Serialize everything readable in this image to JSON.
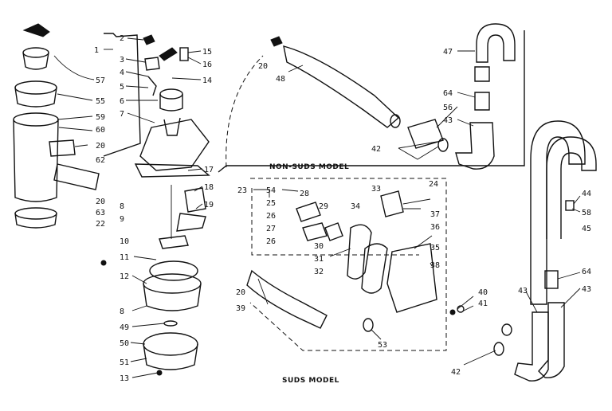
{
  "captions": {
    "non_suds_model": "NON-SUDS MODEL",
    "suds_model": "SUDS MODEL"
  },
  "callouts": [
    {
      "id": "c1",
      "text": "1"
    },
    {
      "id": "c2",
      "text": "2"
    },
    {
      "id": "c3",
      "text": "3"
    },
    {
      "id": "c4",
      "text": "4"
    },
    {
      "id": "c5",
      "text": "5"
    },
    {
      "id": "c6",
      "text": "6"
    },
    {
      "id": "c7",
      "text": "7"
    },
    {
      "id": "c8a",
      "text": "8"
    },
    {
      "id": "c9",
      "text": "9"
    },
    {
      "id": "c10",
      "text": "10"
    },
    {
      "id": "c11",
      "text": "11"
    },
    {
      "id": "c12",
      "text": "12"
    },
    {
      "id": "c8b",
      "text": "8"
    },
    {
      "id": "c49",
      "text": "49"
    },
    {
      "id": "c50",
      "text": "50"
    },
    {
      "id": "c51",
      "text": "51"
    },
    {
      "id": "c13",
      "text": "13"
    },
    {
      "id": "c14",
      "text": "14"
    },
    {
      "id": "c15",
      "text": "15"
    },
    {
      "id": "c16",
      "text": "16"
    },
    {
      "id": "c17",
      "text": "17"
    },
    {
      "id": "c18",
      "text": "18"
    },
    {
      "id": "c19",
      "text": "19"
    },
    {
      "id": "c57",
      "text": "57"
    },
    {
      "id": "c55",
      "text": "55"
    },
    {
      "id": "c59",
      "text": "59"
    },
    {
      "id": "c60",
      "text": "60"
    },
    {
      "id": "c20a",
      "text": "20"
    },
    {
      "id": "c62",
      "text": "62"
    },
    {
      "id": "c20b",
      "text": "20"
    },
    {
      "id": "c63",
      "text": "63"
    },
    {
      "id": "c22",
      "text": "22"
    },
    {
      "id": "c20c",
      "text": "20"
    },
    {
      "id": "c48",
      "text": "48"
    },
    {
      "id": "c47",
      "text": "47"
    },
    {
      "id": "c64a",
      "text": "64"
    },
    {
      "id": "c56",
      "text": "56"
    },
    {
      "id": "c43a",
      "text": "43"
    },
    {
      "id": "c42a",
      "text": "42"
    },
    {
      "id": "c23",
      "text": "23"
    },
    {
      "id": "c54",
      "text": "54"
    },
    {
      "id": "c28",
      "text": "28"
    },
    {
      "id": "c25",
      "text": "25"
    },
    {
      "id": "c26a",
      "text": "26"
    },
    {
      "id": "c27",
      "text": "27"
    },
    {
      "id": "c26b",
      "text": "26"
    },
    {
      "id": "c29",
      "text": "29"
    },
    {
      "id": "c34",
      "text": "34"
    },
    {
      "id": "c30",
      "text": "30"
    },
    {
      "id": "c31",
      "text": "31"
    },
    {
      "id": "c32",
      "text": "32"
    },
    {
      "id": "c33",
      "text": "33"
    },
    {
      "id": "c24",
      "text": "24"
    },
    {
      "id": "c37",
      "text": "37"
    },
    {
      "id": "c36",
      "text": "36"
    },
    {
      "id": "c35",
      "text": "35"
    },
    {
      "id": "c38",
      "text": "38"
    },
    {
      "id": "c20d",
      "text": "20"
    },
    {
      "id": "c39",
      "text": "39"
    },
    {
      "id": "c53",
      "text": "53"
    },
    {
      "id": "c40",
      "text": "40"
    },
    {
      "id": "c41",
      "text": "41"
    },
    {
      "id": "c42b",
      "text": "42"
    },
    {
      "id": "c44",
      "text": "44"
    },
    {
      "id": "c58",
      "text": "58"
    },
    {
      "id": "c45",
      "text": "45"
    },
    {
      "id": "c64b",
      "text": "64"
    },
    {
      "id": "c43b",
      "text": "43"
    },
    {
      "id": "c43c",
      "text": "43"
    }
  ]
}
